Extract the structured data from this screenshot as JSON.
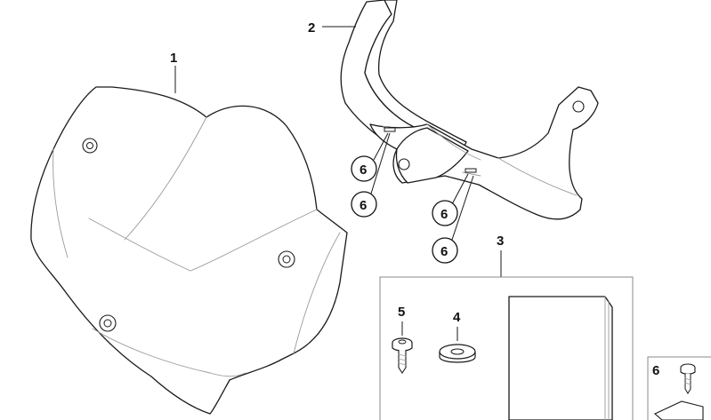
{
  "callouts": {
    "windshield": "1",
    "bracket": "2",
    "mounting_kit": "3",
    "washer": "4",
    "screw": "5",
    "rivet_nut_a": "6",
    "rivet_nut_b": "6",
    "rivet_nut_c": "6",
    "rivet_nut_d": "6",
    "legend_item": "6"
  }
}
